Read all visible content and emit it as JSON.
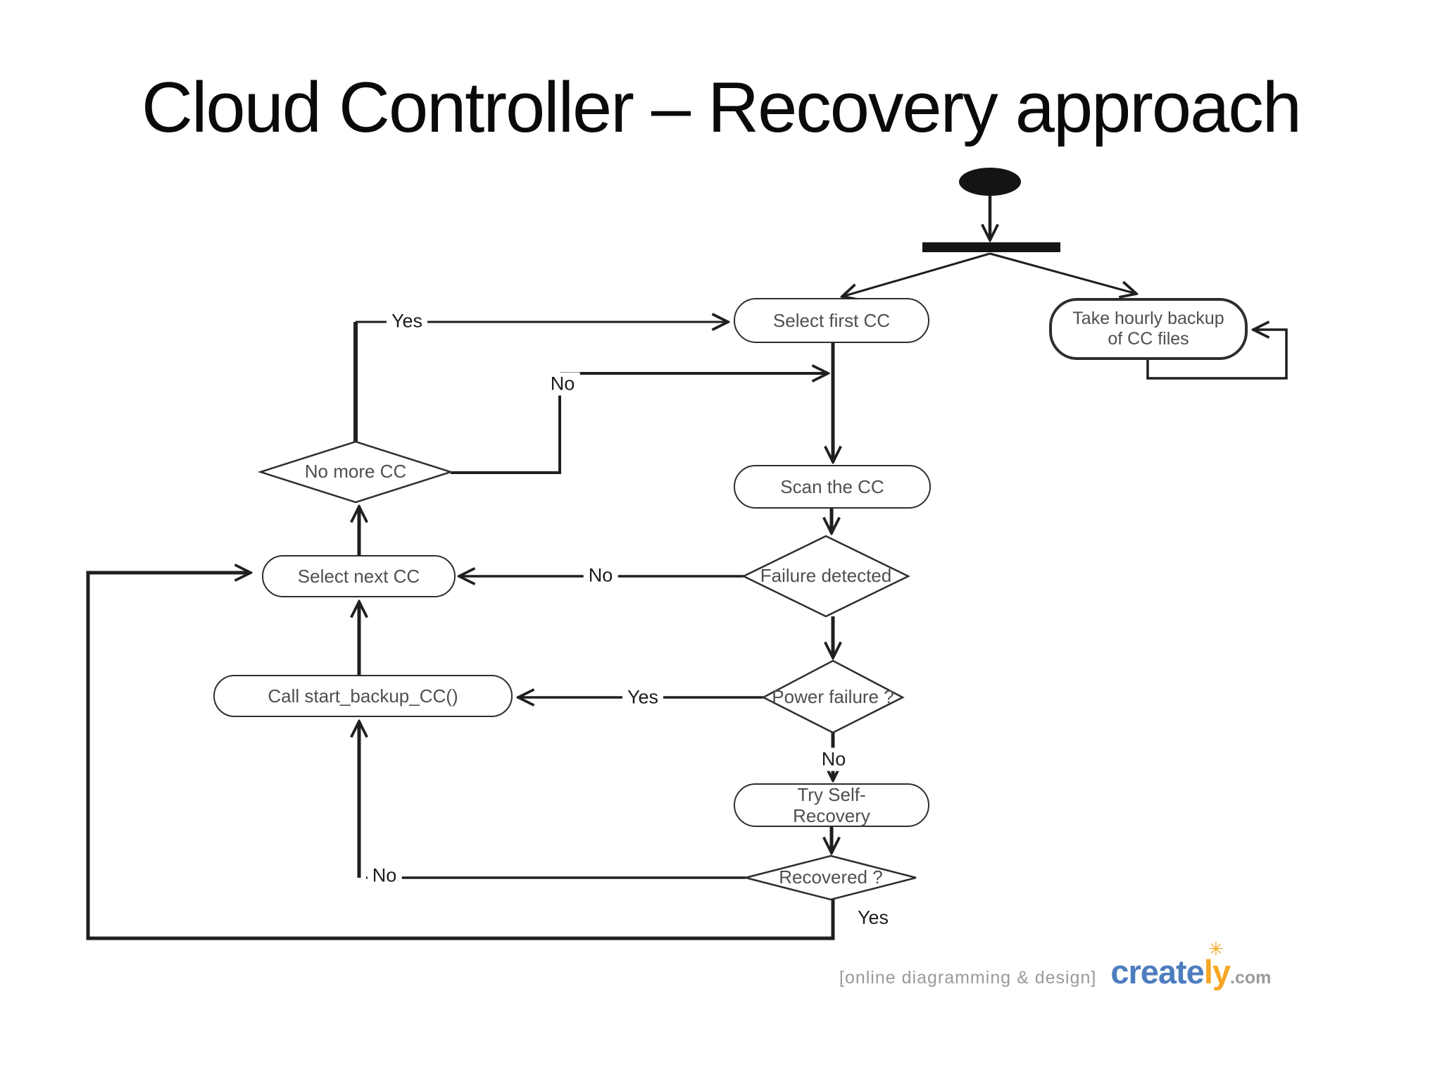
{
  "title": "Cloud Controller – Recovery approach",
  "diagram": {
    "nodes": {
      "select_first_cc": "Select first CC",
      "take_hourly_backup": "Take hourly backup of CC files",
      "scan_the_cc": "Scan the CC",
      "failure_detected": "Failure detected",
      "power_failure": "Power failure ?",
      "try_self_recovery": "Try Self-Recovery",
      "recovered": "Recovered ?",
      "no_more_cc": "No more CC",
      "select_next_cc": "Select next CC",
      "call_start_backup": "Call start_backup_CC()"
    },
    "edge_labels": {
      "no_more_yes": "Yes",
      "no_more_no": "No",
      "failure_no": "No",
      "power_yes": "Yes",
      "power_no": "No",
      "recovered_no": "No",
      "recovered_yes": "Yes"
    }
  },
  "watermark": {
    "caption": "[online diagramming & design]",
    "brand_main": "create",
    "brand_accent": "ly",
    "suffix": ".com"
  },
  "colors": {
    "ink": "#1f1f1f",
    "node_border": "#2e2e2e",
    "node_text": "#4f4f4f",
    "label_text": "#1c1c1c",
    "watermark_gray": "#9a9a9a",
    "brand_blue": "#4d7dbe",
    "brand_orange": "#f5a623"
  }
}
